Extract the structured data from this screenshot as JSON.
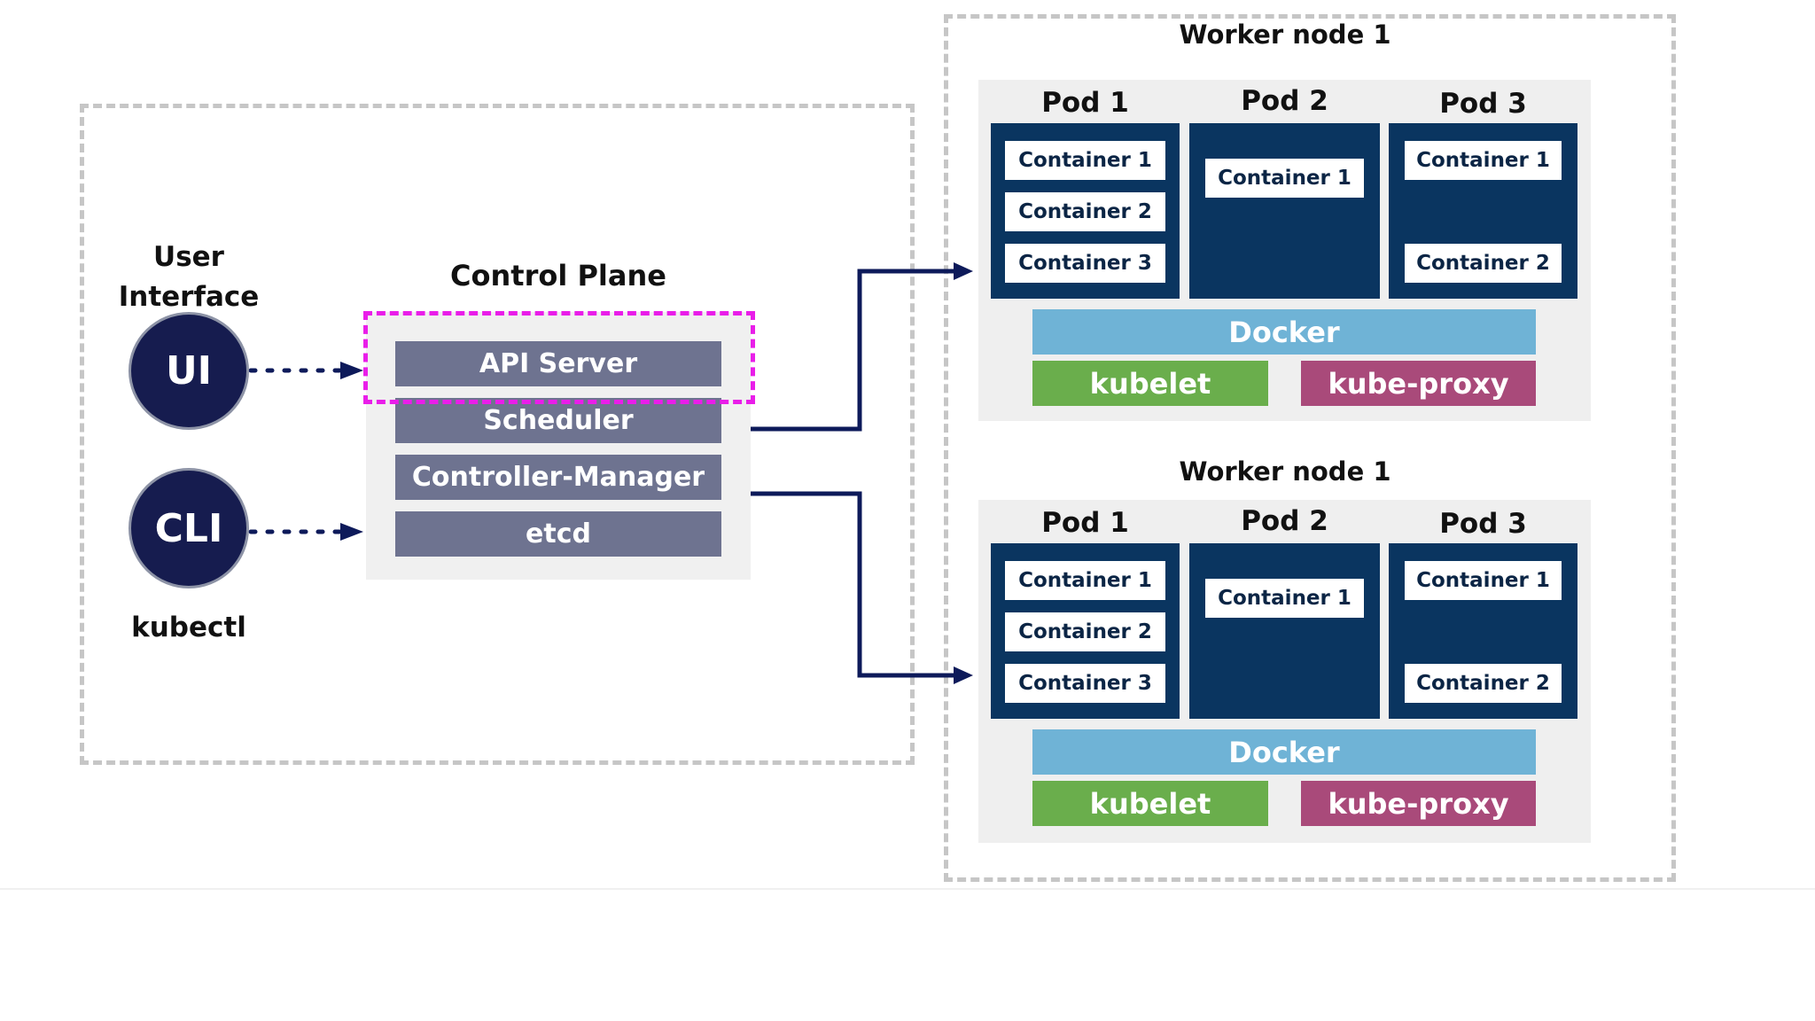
{
  "user_interface": {
    "title": "User\nInterface",
    "ui_label": "UI",
    "cli_label": "CLI",
    "kubectl_label": "kubectl"
  },
  "control_plane": {
    "title": "Control Plane",
    "components": [
      "API Server",
      "Scheduler",
      "Controller-Manager",
      "etcd"
    ],
    "highlight": "API Server",
    "highlight_color": "#e91ee9",
    "component_color": "#6e7390"
  },
  "worker_nodes": [
    {
      "title": "Worker node 1",
      "pods": [
        {
          "name": "Pod 1",
          "containers": [
            "Container 1",
            "Container 2",
            "Container 3"
          ]
        },
        {
          "name": "Pod 2",
          "containers": [
            "Container 1"
          ]
        },
        {
          "name": "Pod 3",
          "containers": [
            "Container 1",
            "Container 2"
          ]
        }
      ],
      "docker": "Docker",
      "kubelet": "kubelet",
      "kube_proxy": "kube-proxy"
    },
    {
      "title": "Worker node 1",
      "pods": [
        {
          "name": "Pod 1",
          "containers": [
            "Container 1",
            "Container 2",
            "Container 3"
          ]
        },
        {
          "name": "Pod 2",
          "containers": [
            "Container 1"
          ]
        },
        {
          "name": "Pod 3",
          "containers": [
            "Container 1",
            "Container 2"
          ]
        }
      ],
      "docker": "Docker",
      "kubelet": "kubelet",
      "kube_proxy": "kube-proxy"
    }
  ],
  "colors": {
    "pod": "#0a3560",
    "docker": "#6fb3d6",
    "kubelet": "#6aae4c",
    "kube_proxy": "#a94a7a",
    "arrow": "#0d1a5a",
    "dashed_border": "#c6c6c6"
  }
}
